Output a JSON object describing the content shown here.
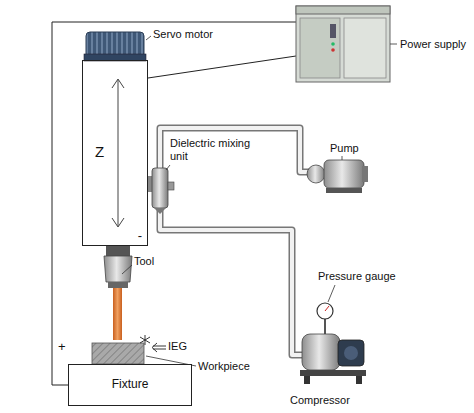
{
  "diagram": {
    "nodes": [
      {
        "text": [
          "Power supply"
        ]
      },
      {
        "text": [
          "Z",
          "-"
        ]
      },
      {
        "text": [
          "Fixture"
        ]
      }
    ],
    "edges": [
      {
        "from": 0,
        "to": 1,
        "arrow": "none"
      },
      {
        "from": 0,
        "to": 2,
        "arrow": "none"
      }
    ],
    "labels": [
      "Servo motor",
      "Dielectric mixing unit",
      "Pump",
      "Tool",
      "IEG",
      "Workpiece",
      "Pressure gauge",
      "Compressor",
      "+"
    ]
  }
}
